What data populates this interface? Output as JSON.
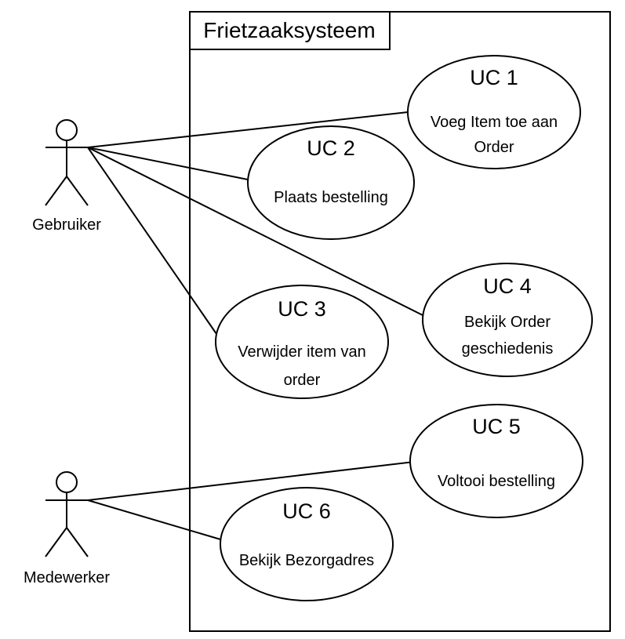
{
  "system": {
    "title": "Frietzaaksysteem"
  },
  "actors": [
    {
      "id": "gebruiker",
      "label": "Gebruiker"
    },
    {
      "id": "medewerker",
      "label": "Medewerker"
    }
  ],
  "use_cases": [
    {
      "id": "uc1",
      "title": "UC 1",
      "lines": [
        "Voeg Item toe aan",
        "Order"
      ]
    },
    {
      "id": "uc2",
      "title": "UC 2",
      "lines": [
        "Plaats bestelling"
      ]
    },
    {
      "id": "uc3",
      "title": "UC 3",
      "lines": [
        "Verwijder item van",
        "order"
      ]
    },
    {
      "id": "uc4",
      "title": "UC 4",
      "lines": [
        "Bekijk Order",
        "geschiedenis"
      ]
    },
    {
      "id": "uc5",
      "title": "UC 5",
      "lines": [
        "Voltooi bestelling"
      ]
    },
    {
      "id": "uc6",
      "title": "UC 6",
      "lines": [
        "Bekijk Bezorgadres"
      ]
    }
  ],
  "associations": [
    {
      "actor": "gebruiker",
      "use_case": "uc1"
    },
    {
      "actor": "gebruiker",
      "use_case": "uc2"
    },
    {
      "actor": "gebruiker",
      "use_case": "uc3"
    },
    {
      "actor": "gebruiker",
      "use_case": "uc4"
    },
    {
      "actor": "medewerker",
      "use_case": "uc5"
    },
    {
      "actor": "medewerker",
      "use_case": "uc6"
    }
  ],
  "colors": {
    "line": "#000000",
    "background": "#ffffff"
  }
}
